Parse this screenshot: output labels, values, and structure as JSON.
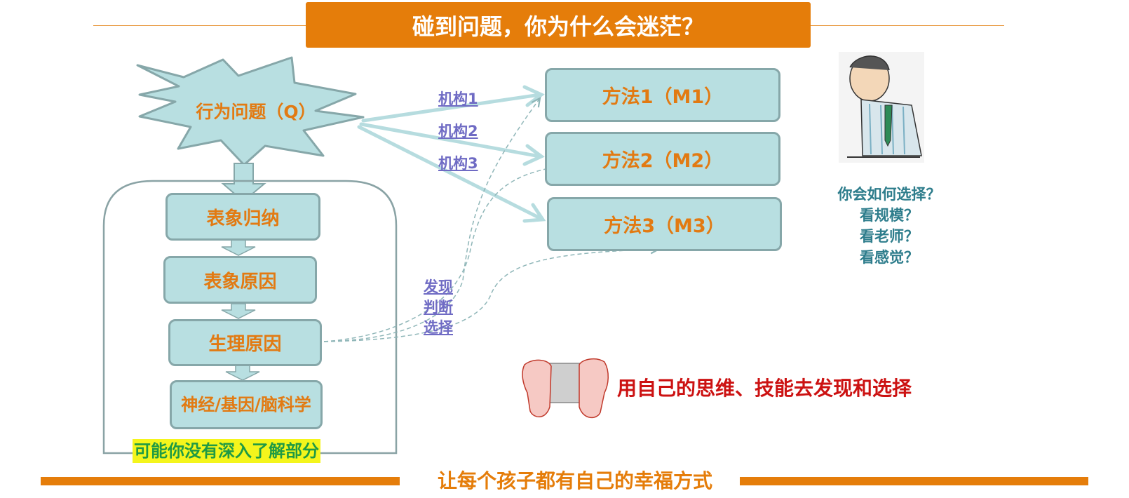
{
  "header": {
    "title": "碰到问题，你为什么会迷茫？"
  },
  "burst": {
    "label": "行为问题（Q）"
  },
  "steps": [
    {
      "label": "表象归纳"
    },
    {
      "label": "表象原因"
    },
    {
      "label": "生理原因"
    },
    {
      "label": "神经/基因/脑科学"
    }
  ],
  "methods": [
    {
      "label": "方法1（M1）"
    },
    {
      "label": "方法2（M2）"
    },
    {
      "label": "方法3（M3）"
    }
  ],
  "institutions": [
    "机构1",
    "机构2",
    "机构3"
  ],
  "actions": [
    "发现",
    "判断",
    "选择"
  ],
  "highlight": "可能你没有深入了解部分",
  "questions": [
    "你会如何选择？",
    "看规模？",
    "看老师？",
    "看感觉？"
  ],
  "slogan": "用自己的思维、技能去发现和选择",
  "footer": "让每个孩子都有自己的幸福方式",
  "colors": {
    "accent": "#e57d0a",
    "box_fill": "#b8dfe1",
    "box_border": "#86a7a9",
    "link": "#6f6bc4",
    "slogan": "#cc1212"
  }
}
